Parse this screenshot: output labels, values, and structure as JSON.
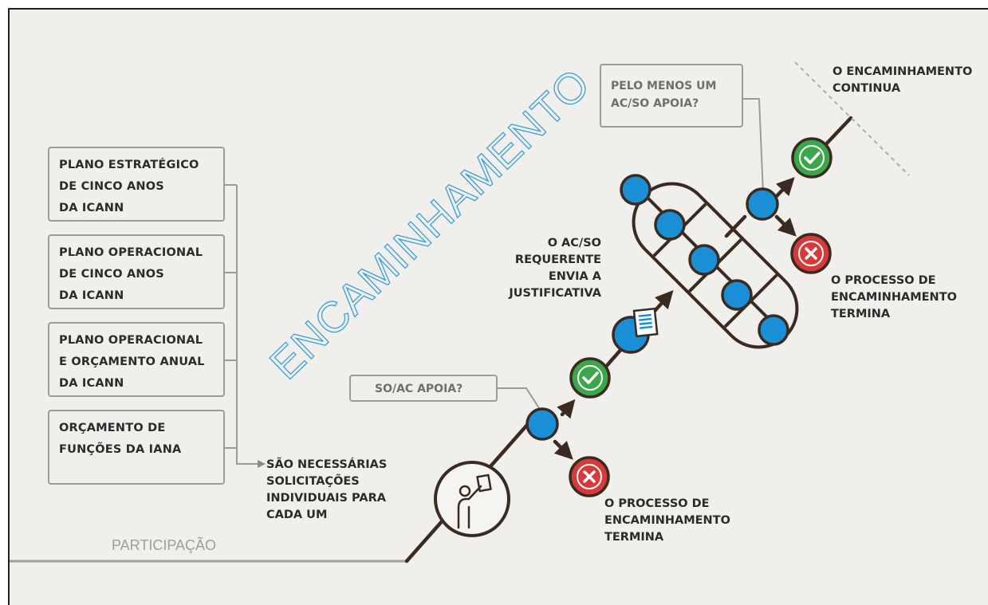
{
  "plans": [
    {
      "text": "PLANO ESTRATÉGICO\nDE CINCO ANOS\nDA ICANN"
    },
    {
      "text": "PLANO OPERACIONAL\nDE CINCO ANOS\nDA ICANN"
    },
    {
      "text": "PLANO OPERACIONAL\nE ORÇAMENTO ANUAL\nDA ICANN"
    },
    {
      "text": "ORÇAMENTO DE\nFUNÇÕES DA IANA"
    }
  ],
  "labels": {
    "individual_requests": "SÃO NECESSÁRIAS\nSOLICITAÇÕES\nINDIVIDUAIS PARA\nCADA UM",
    "participation": "PARTICIPAÇÃO",
    "escalation": "ENCAMINHAMENTO",
    "so_ac_supports": "SO/AC APOIA?",
    "at_least_one": "PELO MENOS UM\nAC/SO APOIA?",
    "requester_sends": "O AC/SO\nREQUERENTE\nENVIA A\nJUSTIFICATIVA",
    "process_ends_1": "O PROCESSO DE\nENCAMINHAMENTO\nTERMINA",
    "process_ends_2": "O PROCESSO DE\nENCAMINHAMENTO\nTERMINA",
    "continues": "O ENCAMINHAMENTO\nCONTINUA"
  },
  "colors": {
    "background": "#f0efec",
    "line": "#3b2a22",
    "node_blue": "#1b8fd6",
    "check_green": "#3aa84a",
    "cross_red": "#d83a3a",
    "box_border": "#9b9b9b",
    "title_blue": "#3aa0d8",
    "muted_text": "#9e9e9e"
  },
  "icons": [
    "person-holding-sign-icon",
    "check-icon",
    "cross-icon",
    "document-icon"
  ]
}
